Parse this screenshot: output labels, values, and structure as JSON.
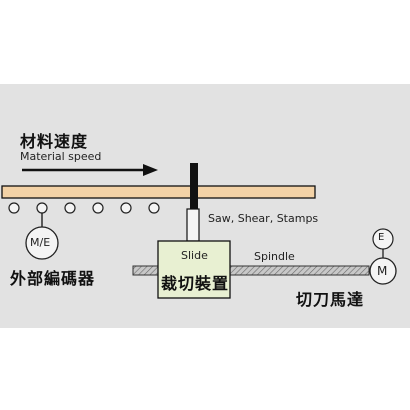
{
  "labels": {
    "material_speed_zh": "材料速度",
    "material_speed_en": "Material speed",
    "saw_shear_stamps": "Saw, Shear, Stamps",
    "slide": "Slide",
    "cutting_device_zh": "裁切裝置",
    "spindle": "Spindle",
    "cutter_motor_zh": "切刀馬達",
    "encoder_zh": "外部編碼器",
    "encoder_symbol": "M/E",
    "motor_encoder_symbol": "E",
    "motor_symbol": "M"
  },
  "colors": {
    "background_panel": "#e2e2e2",
    "material_bar": "#f3d2a6",
    "device_box": "#e8f0d2",
    "spindle_rod": "#b8b8b8",
    "line": "#111111"
  }
}
